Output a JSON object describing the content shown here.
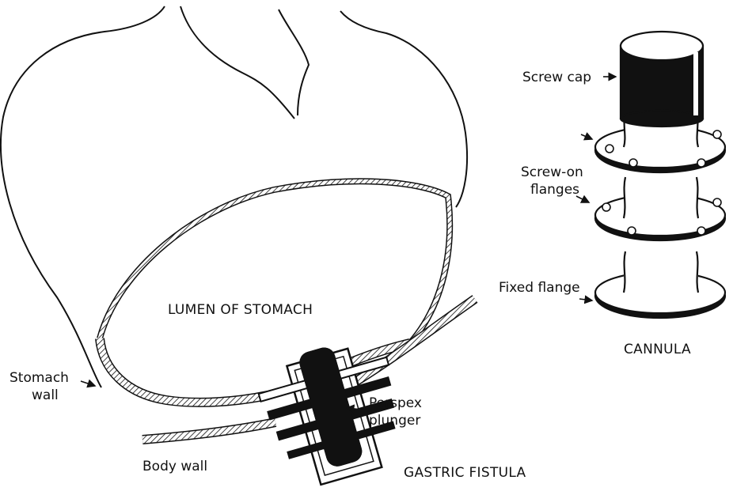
{
  "labels": {
    "lumen": "LUMEN OF STOMACH",
    "stomach_wall_line1": "Stomach",
    "stomach_wall_line2": "wall",
    "body_wall": "Body wall",
    "plunger_line1": "Perspex",
    "plunger_line2": "plunger",
    "gastric_fistula": "GASTRIC FISTULA",
    "screw_cap": "Screw cap",
    "screw_on_line1": "Screw-on",
    "screw_on_line2": "flanges",
    "fixed_flange": "Fixed flange",
    "cannula": "CANNULA"
  },
  "colors": {
    "ink": "#111111",
    "paper": "#ffffff"
  }
}
